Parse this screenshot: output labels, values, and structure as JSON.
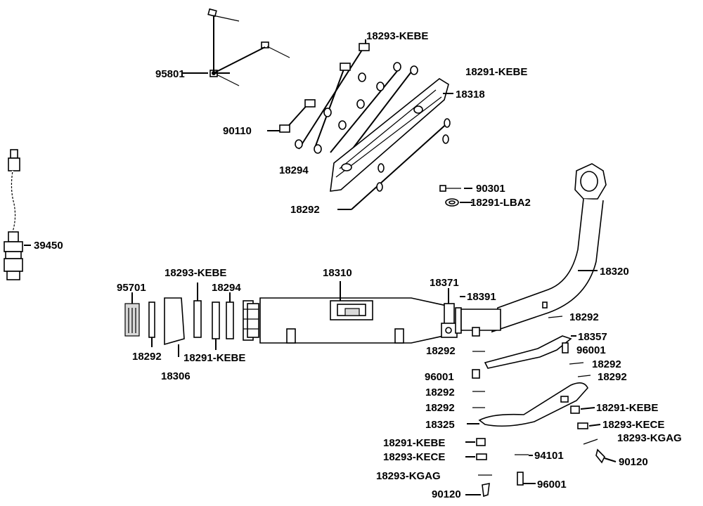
{
  "labels": {
    "l95801": "95801",
    "l18293_top": "18293-KEBE",
    "l18291_top": "18291-KEBE",
    "l18318": "18318",
    "l90110": "90110",
    "l18294_top": "18294",
    "l18292_top": "18292",
    "l90301": "90301",
    "l18291_lba2": "18291-LBA2",
    "l39450": "39450",
    "l18293_left": "18293-KEBE",
    "l18294_left": "18294",
    "l95701": "95701",
    "l18292_left": "18292",
    "l18306": "18306",
    "l18291_left": "18291-KEBE",
    "l18310": "18310",
    "l18371": "18371",
    "l18391": "18391",
    "l18320": "18320",
    "l18292_r1": "18292",
    "l18357": "18357",
    "l18292_mid": "18292",
    "l96001_r": "96001",
    "l18292_r2": "18292",
    "l18292_r3": "18292",
    "l96001_l": "96001",
    "l18292_l2": "18292",
    "l18292_l3": "18292",
    "l18325": "18325",
    "l18291_r": "18291-KEBE",
    "l18293_kece_r": "18293-KECE",
    "l18293_kgag_r": "18293-KGAG",
    "l90120_r": "90120",
    "l18291_bl": "18291-KEBE",
    "l18293_kece_bl": "18293-KECE",
    "l94101": "94101",
    "l18293_kgag_bl": "18293-KGAG",
    "l96001_b": "96001",
    "l90120_bl": "90120"
  }
}
